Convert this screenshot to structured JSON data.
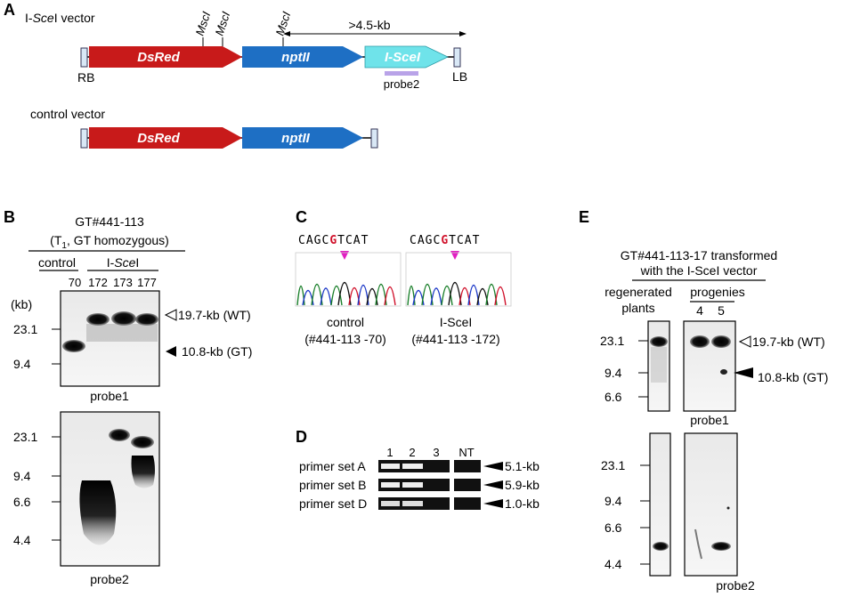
{
  "panels": {
    "A": "A",
    "B": "B",
    "C": "C",
    "D": "D",
    "E": "E"
  },
  "panelA": {
    "vector1_prefix": "I-",
    "vector1_italic": "Sce",
    "vector1_suffix": "I vector",
    "vector2": "control vector",
    "dsred": "DsRed",
    "nptii": "nptII",
    "iscei": "I-SceI",
    "msci": "MscI",
    "size": ">4.5-kb",
    "probe2": "probe2",
    "rb": "RB",
    "lb": "LB",
    "colors": {
      "dsred": "#c81a1a",
      "nptii": "#1e6fc4",
      "iscei": "#6fe3ea",
      "probe": "#b9a3e8"
    }
  },
  "panelB": {
    "title": "GT#441-113",
    "subtitle_pre": "(T",
    "subtitle_sub": "1",
    "subtitle_post": ", GT homozygous)",
    "control": "control",
    "iscei_pre": "I-",
    "iscei_it": "Sce",
    "iscei_post": "I",
    "lanes": [
      "70",
      "172",
      "173",
      "177"
    ],
    "kb": "(kb)",
    "markers_top": [
      "23.1",
      "9.4"
    ],
    "markers_bot": [
      "23.1",
      "9.4",
      "6.6",
      "4.4"
    ],
    "wt": "19.7-kb (WT)",
    "gt": "10.8-kb (GT)",
    "probe1": "probe1",
    "probe2": "probe2"
  },
  "panelC": {
    "seq": "CAGCGTCAT",
    "seq_pre": "CAGC",
    "seq_mid": "G",
    "seq_post": "TCAT",
    "label1": "control",
    "sample1": "(#441-113 -70)",
    "label2": "I-SceI",
    "sample2": "(#441-113 -172)"
  },
  "panelD": {
    "lanes": [
      "1",
      "2",
      "3",
      "NT"
    ],
    "rows": [
      {
        "name": "primer set A",
        "size": "5.1-kb"
      },
      {
        "name": "primer set B",
        "size": "5.9-kb"
      },
      {
        "name": "primer set D",
        "size": "1.0-kb"
      }
    ]
  },
  "panelE": {
    "title1": "GT#441-113-17 transformed",
    "title2": "with the I-SceI vector",
    "regen1": "regenerated",
    "regen2": "plants",
    "progenies": "progenies",
    "lanes": [
      "4",
      "5"
    ],
    "markers_top": [
      "23.1",
      "9.4",
      "6.6"
    ],
    "markers_bot": [
      "23.1",
      "9.4",
      "6.6",
      "4.4"
    ],
    "wt": "19.7-kb (WT)",
    "gt": "10.8-kb (GT)",
    "probe1": "probe1",
    "probe2": "probe2"
  }
}
